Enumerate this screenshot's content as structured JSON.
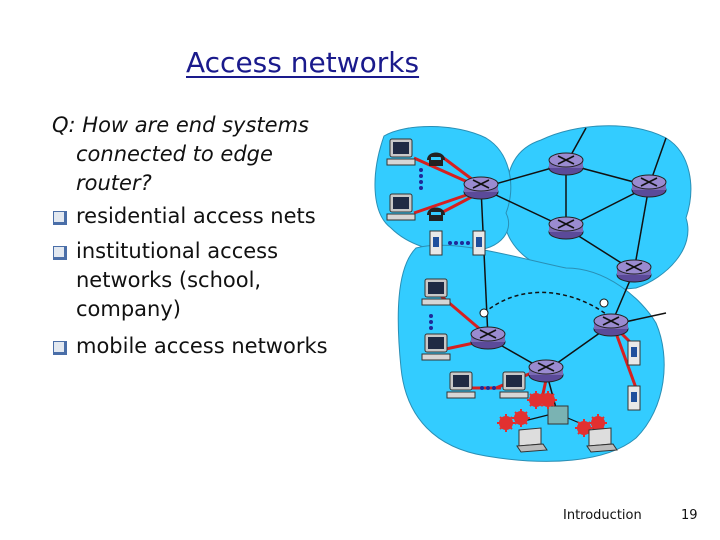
{
  "slide": {
    "title": "Access networks",
    "question": {
      "line1": "Q: How are end systems",
      "line2": "connected to edge",
      "line3": "router?"
    },
    "bullets": [
      {
        "lines": [
          "residential access nets"
        ]
      },
      {
        "lines": [
          "institutional access",
          "networks (school,",
          "company)"
        ]
      },
      {
        "lines": [
          "mobile access networks"
        ]
      }
    ]
  },
  "footer": {
    "section": "Introduction",
    "page": "19"
  },
  "colors": {
    "title": "#1a1a8c",
    "cloud": "#33ccff",
    "router": "#7b6bb5",
    "link": "#d62020",
    "bullet": "#4a6ea8"
  },
  "diagram_icons": [
    "router-icon",
    "computer-icon",
    "telephone-icon",
    "server-icon",
    "laptop-icon",
    "wireless-base-station-icon",
    "radio-wave-icon"
  ]
}
